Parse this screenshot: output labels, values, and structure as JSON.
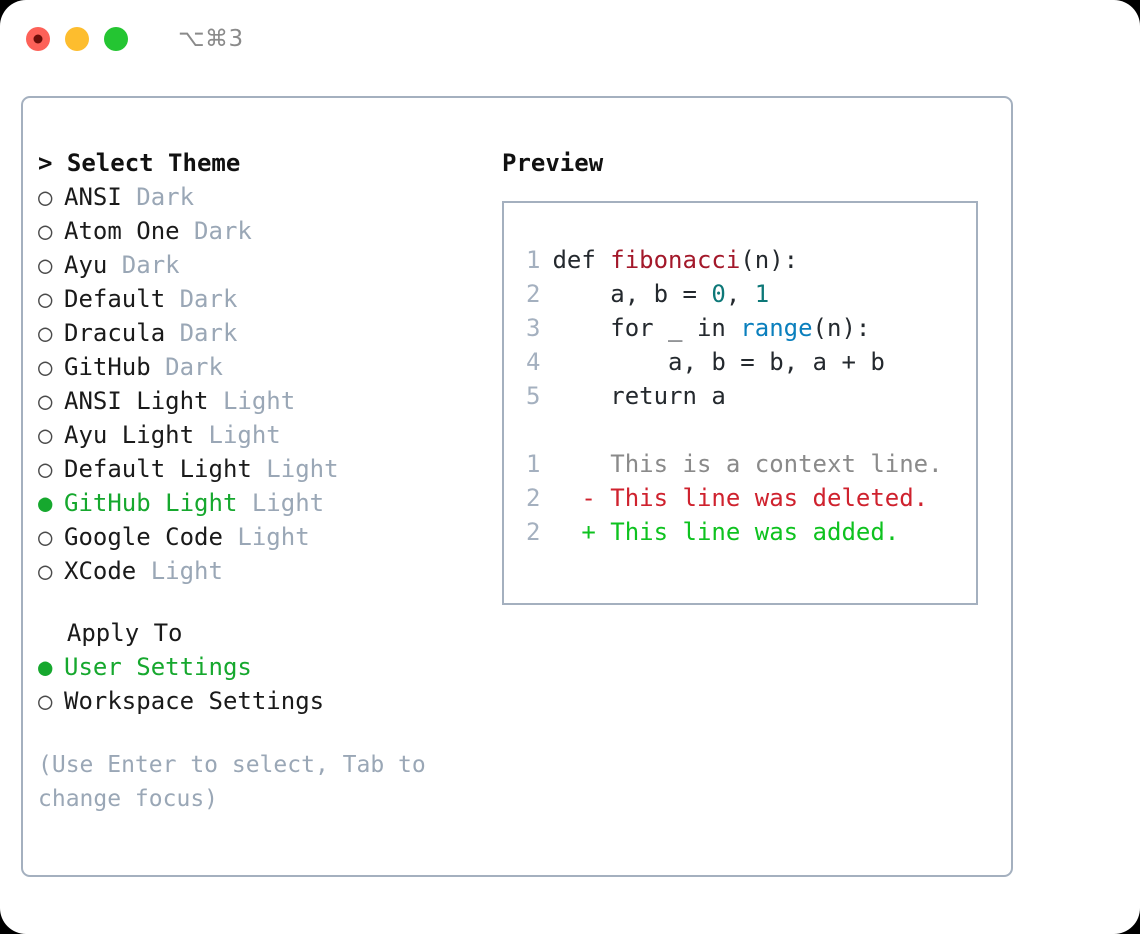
{
  "titlebar": {
    "traffic_lights": [
      "close-red",
      "minimize-yellow",
      "maximize-green"
    ],
    "shortcut": "⌥⌘3"
  },
  "left_panel": {
    "heading": "> Select Theme",
    "themes": [
      {
        "bullet": "○",
        "selected": false,
        "name": "ANSI",
        "badge": "Dark"
      },
      {
        "bullet": "○",
        "selected": false,
        "name": "Atom One",
        "badge": "Dark"
      },
      {
        "bullet": "○",
        "selected": false,
        "name": "Ayu",
        "badge": "Dark"
      },
      {
        "bullet": "○",
        "selected": false,
        "name": "Default",
        "badge": "Dark"
      },
      {
        "bullet": "○",
        "selected": false,
        "name": "Dracula",
        "badge": "Dark"
      },
      {
        "bullet": "○",
        "selected": false,
        "name": "GitHub",
        "badge": "Dark"
      },
      {
        "bullet": "○",
        "selected": false,
        "name": "ANSI Light",
        "badge": "Light"
      },
      {
        "bullet": "○",
        "selected": false,
        "name": "Ayu Light",
        "badge": "Light"
      },
      {
        "bullet": "○",
        "selected": false,
        "name": "Default Light",
        "badge": "Light"
      },
      {
        "bullet": "●",
        "selected": true,
        "name": "GitHub Light",
        "badge": "Light"
      },
      {
        "bullet": "○",
        "selected": false,
        "name": "Google Code",
        "badge": "Light"
      },
      {
        "bullet": "○",
        "selected": false,
        "name": "XCode",
        "badge": "Light"
      }
    ],
    "apply_to": {
      "label": "Apply To",
      "options": [
        {
          "bullet": "●",
          "selected": true,
          "name": "User Settings",
          "badge": ""
        },
        {
          "bullet": "○",
          "selected": false,
          "name": "Workspace Settings",
          "badge": ""
        }
      ]
    },
    "hint": "(Use Enter to select, Tab to change focus)"
  },
  "right_panel": {
    "title": "Preview",
    "code_lines": [
      {
        "num": "1",
        "tokens": [
          {
            "t": "def ",
            "c": "plain"
          },
          {
            "t": "fibonacci",
            "c": "fn"
          },
          {
            "t": "(n):",
            "c": "plain"
          }
        ]
      },
      {
        "num": "2",
        "tokens": [
          {
            "t": "    a, b = ",
            "c": "plain"
          },
          {
            "t": "0",
            "c": "num"
          },
          {
            "t": ", ",
            "c": "plain"
          },
          {
            "t": "1",
            "c": "num"
          }
        ]
      },
      {
        "num": "3",
        "tokens": [
          {
            "t": "    for _ in ",
            "c": "plain"
          },
          {
            "t": "range",
            "c": "kw"
          },
          {
            "t": "(n):",
            "c": "plain"
          }
        ]
      },
      {
        "num": "4",
        "tokens": [
          {
            "t": "        a, b = b, a + b",
            "c": "plain"
          }
        ]
      },
      {
        "num": "5",
        "tokens": [
          {
            "t": "    return a",
            "c": "plain"
          }
        ]
      }
    ],
    "diff_lines": [
      {
        "num": "1",
        "marker": " ",
        "text": "This is a context line.",
        "kind": "ctx"
      },
      {
        "num": "2",
        "marker": "-",
        "text": "This line was deleted.",
        "kind": "del"
      },
      {
        "num": "2",
        "marker": "+",
        "text": "This line was added.",
        "kind": "add"
      }
    ]
  },
  "colors": {
    "accent_green": "#16a82e",
    "badge_gray": "#9aa7b6",
    "border": "#a4b0bf",
    "diff_add": "#0ec21f",
    "diff_del": "#cf222e",
    "diff_ctx": "#8a8a8a",
    "token_fn": "#a3182a",
    "token_num": "#0d7878",
    "token_kw": "#0a7fbd"
  }
}
